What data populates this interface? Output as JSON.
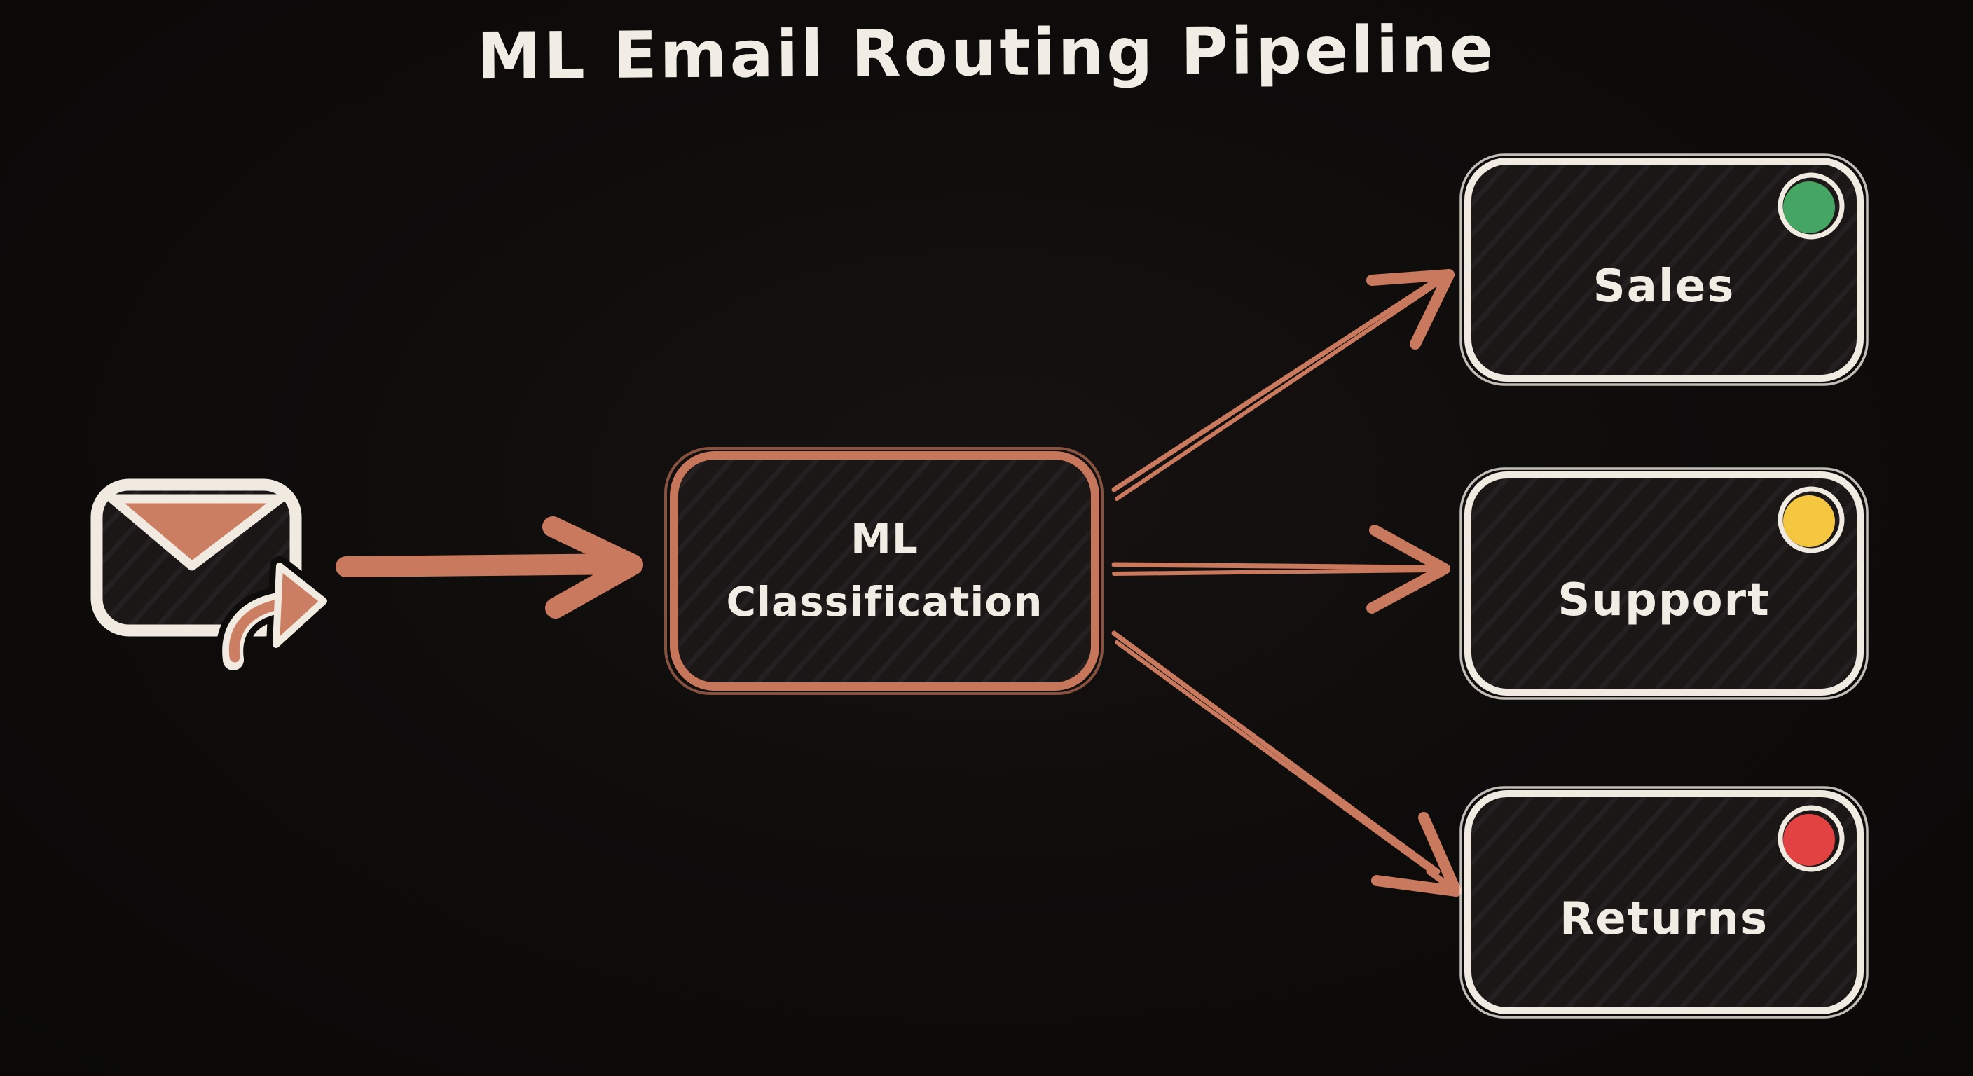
{
  "title": "ML Email Routing Pipeline",
  "source": {
    "icon": "email-forward-icon"
  },
  "classifier": {
    "label_line1": "ML",
    "label_line2": "Classification"
  },
  "departments": [
    {
      "label": "Sales",
      "status_color": "#45a563"
    },
    {
      "label": "Support",
      "status_color": "#f5c740"
    },
    {
      "label": "Returns",
      "status_color": "#e24242"
    }
  ],
  "colors": {
    "background": "#0e0c0b",
    "node_fill": "#1a1716",
    "hatch_line": "#242021",
    "outline_white": "#f0eae1",
    "text": "#f2ede4",
    "accent_orange": "#c6765a",
    "status_green": "#45a563",
    "status_yellow": "#f5c740",
    "status_red": "#e24242"
  }
}
